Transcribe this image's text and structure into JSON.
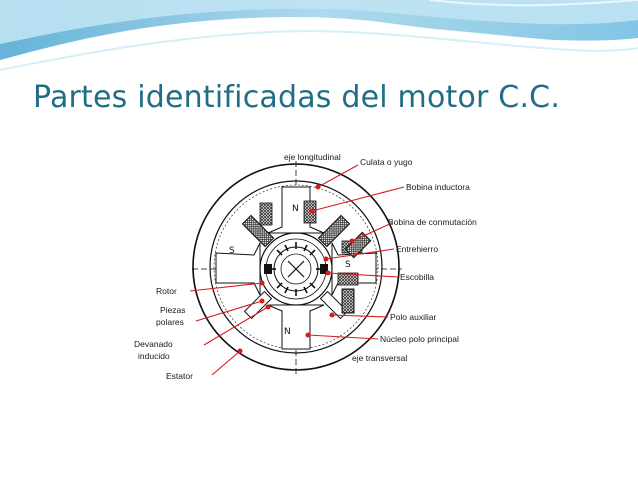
{
  "slide": {
    "title": "Partes identificadas del motor C.C."
  },
  "diagram": {
    "labels": {
      "eje_longitudinal": "eje longitudinal",
      "culata": "Culata o yugo",
      "bobina_inductora": "Bobina inductora",
      "bobina_conmutacion": "Bobina de conmutación",
      "entrehierro": "Entrehierro",
      "escobilla": "Escobilla",
      "polo_auxiliar": "Polo auxiliar",
      "nucleo_polo": "Núcleo polo principal",
      "eje_transversal": "eje transversal",
      "rotor": "Rotor",
      "piezas": "Piezas",
      "polares": "polares",
      "devanado": "Devanado",
      "inducido": "inducido",
      "estator": "Estator"
    },
    "pole_letters": {
      "north": "N",
      "south": "S"
    },
    "colors": {
      "title": "#1f6e86",
      "leader_lines": "#d81b1b",
      "banner_light": "#cfeaf6",
      "banner_mid": "#8fcbe6",
      "banner_dark": "#3f9fcb"
    }
  }
}
